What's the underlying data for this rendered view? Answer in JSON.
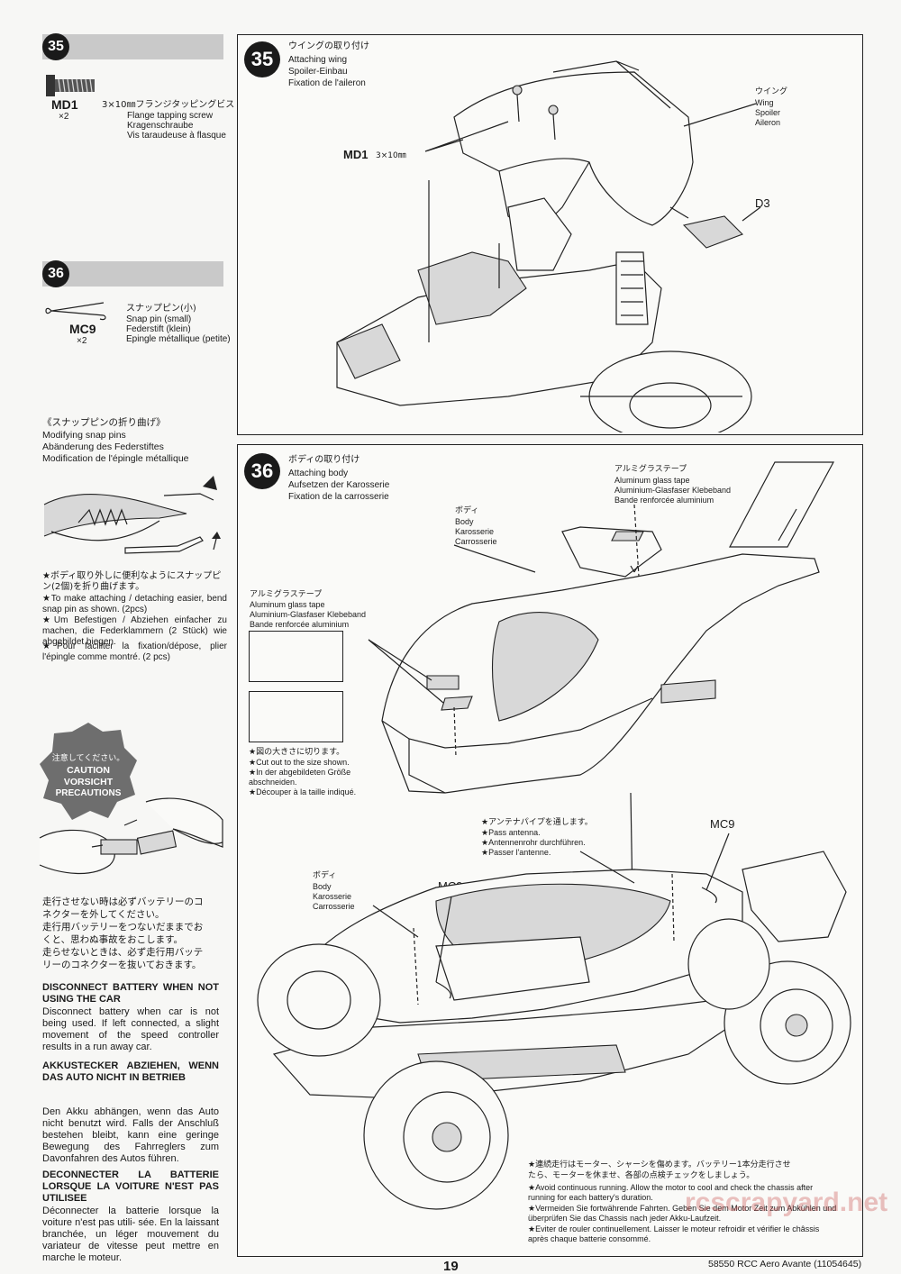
{
  "steps": {
    "s35": {
      "number": "35",
      "part_code": "MD1",
      "qty": "×2",
      "part_desc_jp": "3×10㎜フランジタッピングビス",
      "part_desc_en": "Flange tapping screw",
      "part_desc_de": "Kragenschraube",
      "part_desc_fr": "Vis taraudeuse à flasque"
    },
    "s36": {
      "number": "36",
      "part_code": "MC9",
      "qty": "×2",
      "part_desc_jp": "スナップピン(小)",
      "part_desc_en": "Snap pin (small)",
      "part_desc_de": "Federstift (klein)",
      "part_desc_fr": "Epingle métallique (petite)"
    }
  },
  "snap_pin_mod": {
    "title_jp": "《スナップピンの折り曲げ》",
    "title_en": "Modifying snap pins",
    "title_de": "Abänderung des Federstiftes",
    "title_fr": "Modification de l'épingle métallique",
    "note_jp_1": "★ボディ取り外しに便利なようにスナップピ",
    "note_jp_2": "ン(2個)を折り曲げます。",
    "note_en": "★To make attaching / detaching easier, bend snap pin as shown. (2pcs)",
    "note_de": "★Um Befestigen / Abziehen einfacher zu machen, die Federklammern (2 Stück) wie abgebildet biegen.",
    "note_fr": "★Pour faciliter la fixation/dépose, plier l'épingle comme montré. (2 pcs)"
  },
  "caution": {
    "badge_jp": "注意してください。",
    "badge_en": "CAUTION",
    "badge_de": "VORSICHT",
    "badge_fr": "PRECAUTIONS",
    "jp_1": "走行させない時は必ずバッテリーのコ",
    "jp_2": "ネクターを外してください。",
    "jp_3": "走行用バッテリーをつないだままでお",
    "jp_4": "くと、思わぬ事故をおこします。",
    "jp_5": "走らせないときは、必ず走行用バッテ",
    "jp_6": "リーのコネクターを抜いておきます。",
    "en_head": "DISCONNECT BATTERY WHEN NOT USING THE CAR",
    "en_body": "Disconnect battery when car is not being used. If left connected, a slight movement of the speed controller results in a run away car.",
    "de_head": "AKKUSTECKER ABZIEHEN, WENN DAS AUTO NICHT IN BETRIEB",
    "de_body": "Den Akku abhängen, wenn das Auto nicht benutzt wird. Falls der Anschluß bestehen bleibt, kann eine geringe Bewegung des Fahrreglers zum Davonfahren des Autos führen.",
    "fr_head": "DECONNECTER LA BATTERIE LORSQUE LA VOITURE N'EST PAS UTILISEE",
    "fr_body": "Déconnecter la batterie lorsque la voiture n'est pas utili- sée. En la laissant branchée, un léger mouvement du variateur de vitesse peut mettre en marche le moteur."
  },
  "panel35": {
    "number": "35",
    "title_jp": "ウイングの取り付け",
    "title_en": "Attaching wing",
    "title_de": "Spoiler-Einbau",
    "title_fr": "Fixation de l'aileron",
    "wing_jp": "ウイング",
    "wing_en": "Wing",
    "wing_de": "Spoiler",
    "wing_fr": "Aileron",
    "md1_label": "MD1",
    "md1_size": "3×10㎜",
    "d3_label": "D3"
  },
  "panel36": {
    "number": "36",
    "title_jp": "ボディの取り付け",
    "title_en": "Attaching body",
    "title_de": "Aufsetzen der Karosserie",
    "title_fr": "Fixation de la carrosserie",
    "tape_top_jp": "アルミグラステープ",
    "tape_top_en": "Aluminum glass tape",
    "tape_top_de": "Aluminium-Glasfaser Klebeband",
    "tape_top_fr": "Bande renforcée aluminium",
    "body_jp": "ボディ",
    "body_en": "Body",
    "body_de": "Karosserie",
    "body_fr": "Carrosserie",
    "tape_left_jp": "アルミグラステープ",
    "tape_left_en": "Aluminum glass tape",
    "tape_left_de": "Aluminium-Glasfaser Klebeband",
    "tape_left_fr": "Bande renforcée aluminium",
    "cut_jp": "★図の大きさに切ります。",
    "cut_en": "★Cut out to the size shown.",
    "cut_de": "★In der abgebildeten Größe abschneiden.",
    "cut_fr": "★Découper à la taille indiqué.",
    "antenna_jp": "★アンテナパイプを通します。",
    "antenna_en": "★Pass antenna.",
    "antenna_de": "★Antennenrohr durchführen.",
    "antenna_fr": "★Passer l'antenne.",
    "mc9_right": "MC9",
    "mc9_left": "MC9",
    "body2_jp": "ボディ",
    "body2_en": "Body",
    "body2_de": "Karosserie",
    "body2_fr": "Carrosserie",
    "run_jp_1": "★連続走行はモーター、シャーシを傷めます。バッテリー1本分走行させ",
    "run_jp_2": "たら、モーターを休ませ、各部の点検チェックをしましょう。",
    "run_en": "★Avoid continuous running. Allow the motor to cool and check the chassis after running for each battery's duration.",
    "run_de": "★Vermeiden Sie fortwährende Fahrten. Geben Sie dem Motor Zeit zum Abkühlen und überprüfen Sie das Chassis nach jeder Akku-Laufzeit.",
    "run_fr": "★Eviter de rouler continuellement. Laisser le moteur refroidir et vérifier le châssis après chaque batterie consommé."
  },
  "footer": {
    "page_number": "19",
    "product": "58550 RCC Aero Avante (11054645)"
  },
  "watermark": "rcscrapyard.net"
}
